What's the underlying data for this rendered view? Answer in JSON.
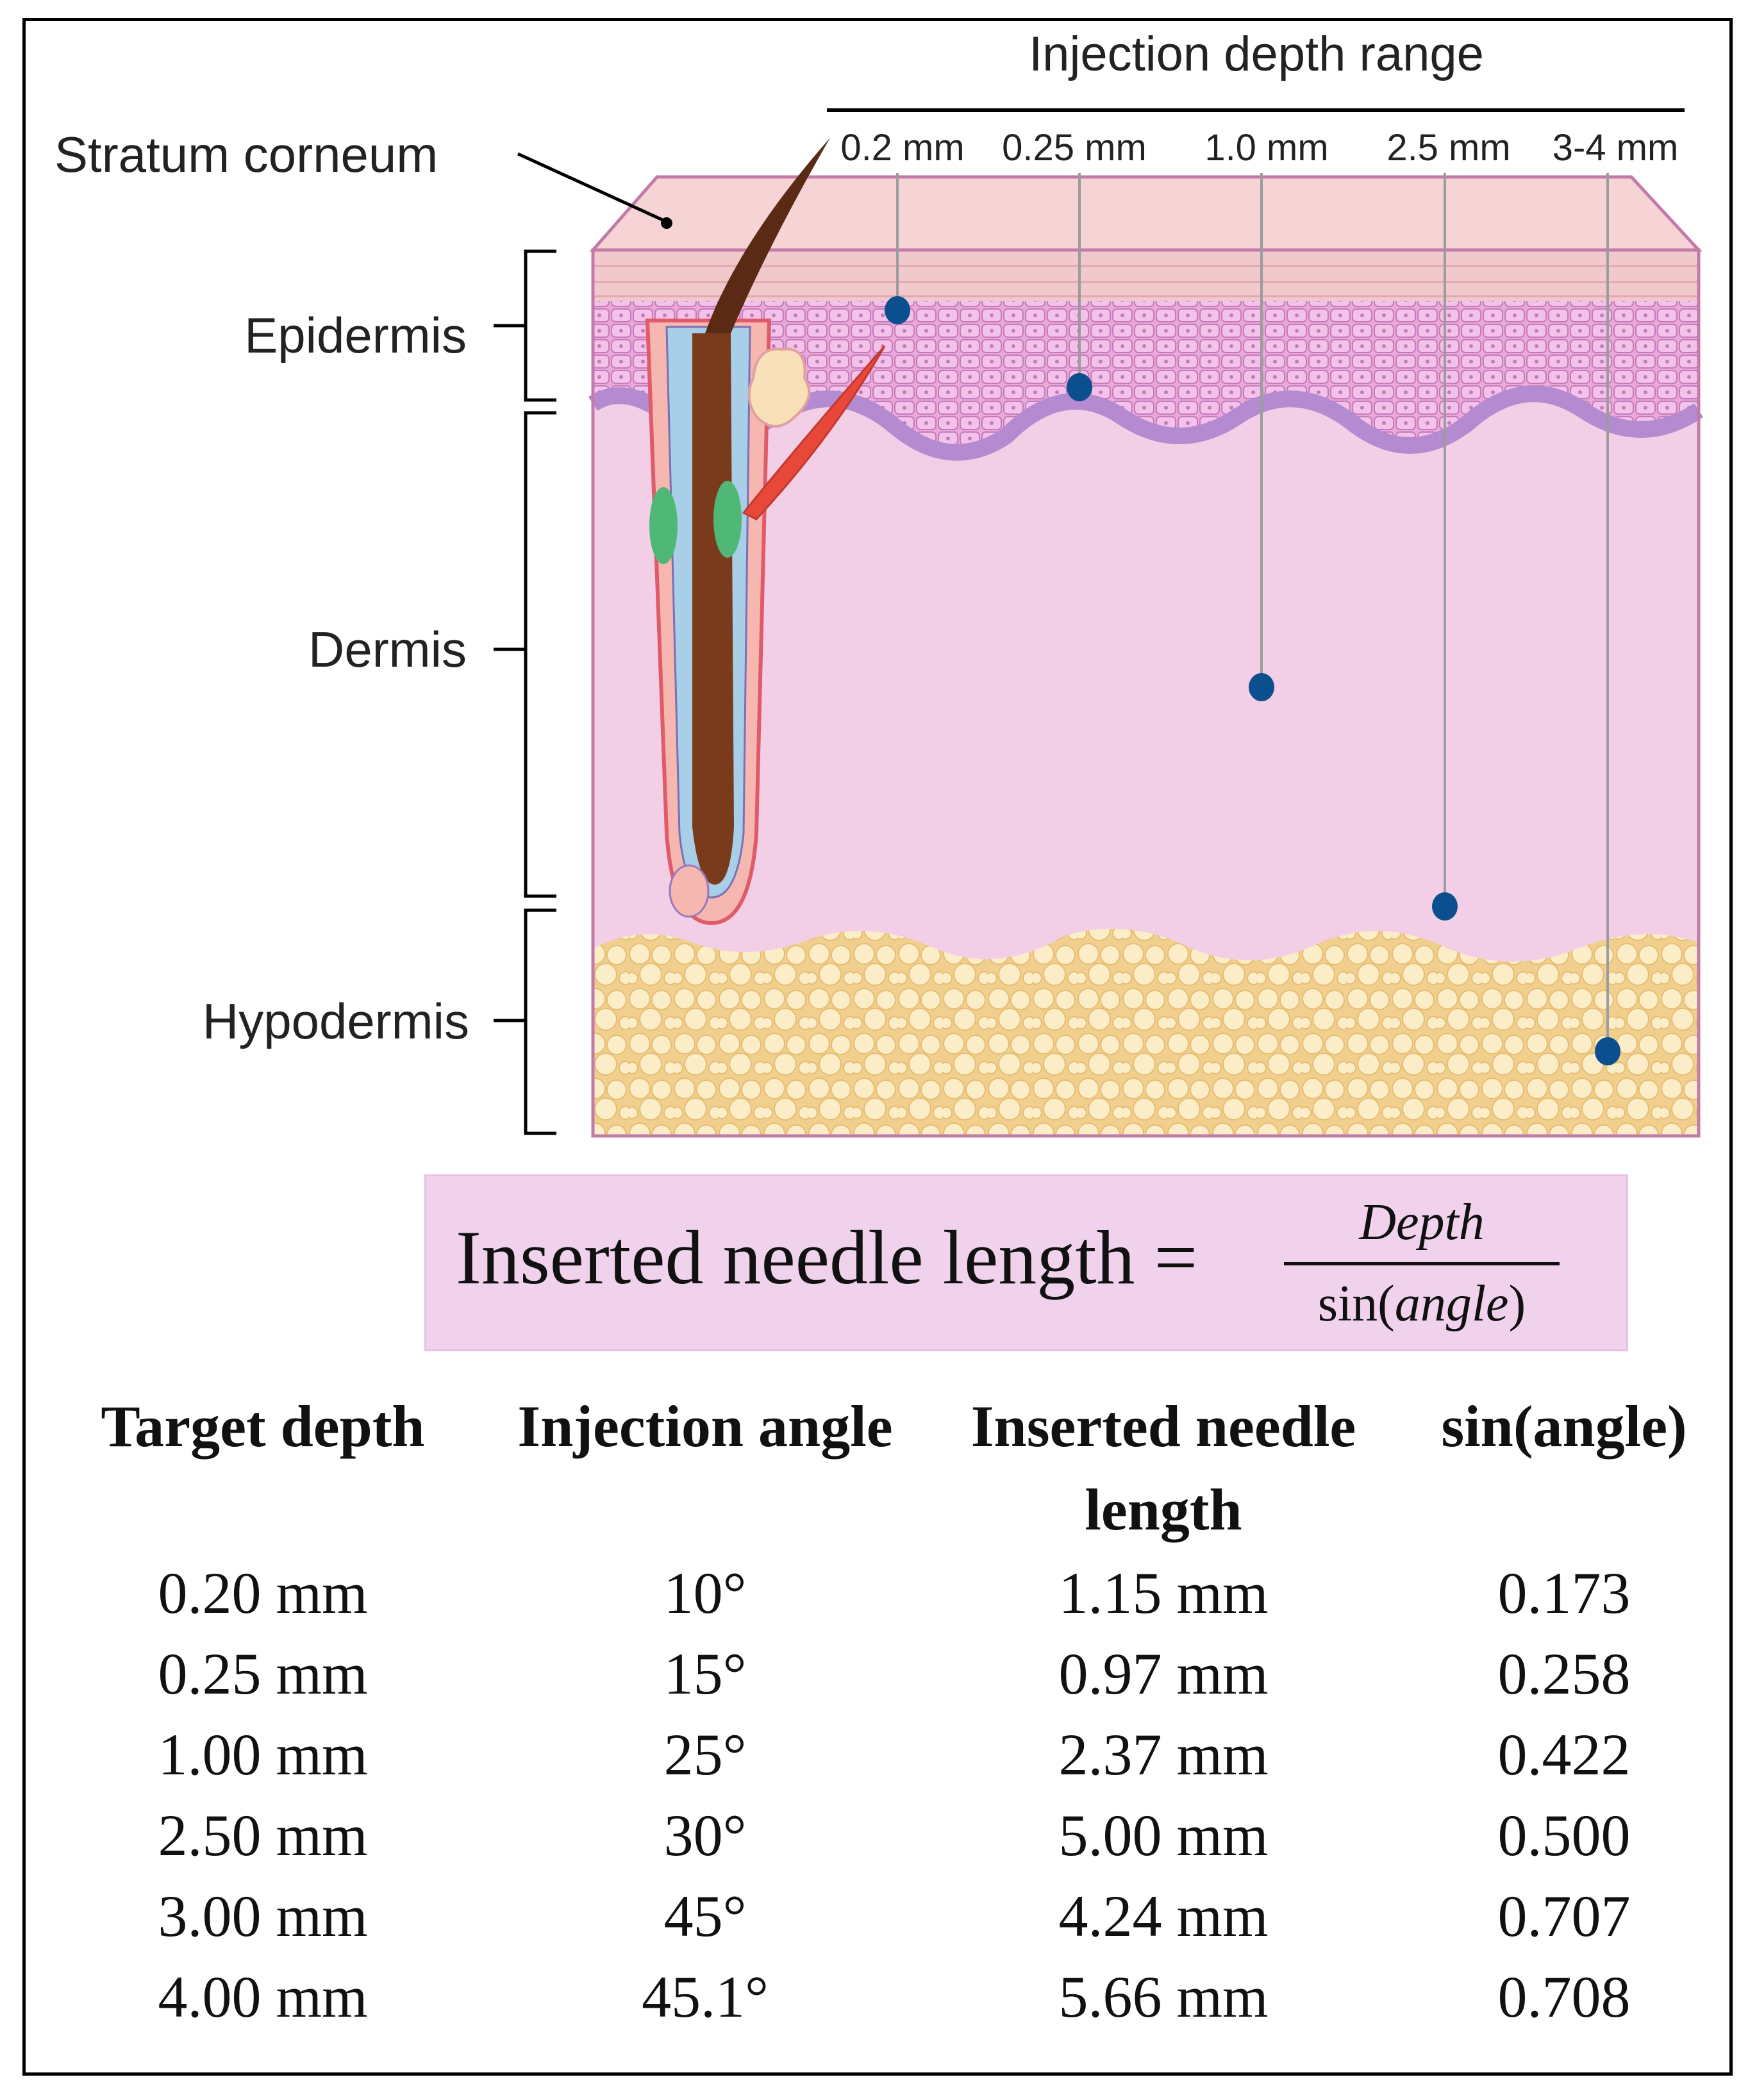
{
  "header": {
    "title": "Injection depth range"
  },
  "depth_labels": [
    "0.2 mm",
    "0.25 mm",
    "1.0 mm",
    "2.5 mm",
    "3-4 mm"
  ],
  "layers": {
    "stratum_corneum": "Stratum corneum",
    "epidermis": "Epidermis",
    "dermis": "Dermis",
    "hypodermis": "Hypodermis"
  },
  "formula": {
    "lhs": "Inserted needle length =",
    "numerator": "Depth",
    "denominator_prefix": "sin(",
    "denominator_var": "angle",
    "denominator_suffix": ")"
  },
  "table": {
    "headers": [
      "Target depth",
      "Injection angle",
      "Inserted needle length",
      "sin(angle)"
    ],
    "rows": [
      [
        "0.20 mm",
        "10°",
        "1.15 mm",
        "0.173"
      ],
      [
        "0.25 mm",
        "15°",
        "0.97 mm",
        "0.258"
      ],
      [
        "1.00 mm",
        "25°",
        "2.37 mm",
        "0.422"
      ],
      [
        "2.50 mm",
        "30°",
        "5.00 mm",
        "0.500"
      ],
      [
        "3.00 mm",
        "45°",
        "4.24 mm",
        "0.707"
      ],
      [
        "4.00 mm",
        "45.1°",
        "5.66 mm",
        "0.708"
      ]
    ]
  },
  "colors": {
    "dermis": "#f2cfe6",
    "epidermis": "#e9a9dc",
    "basal": "#b48ad0",
    "corneum": "#f5cfd2",
    "fat": "#f8e3b0",
    "marker": "#0b4f8e"
  }
}
